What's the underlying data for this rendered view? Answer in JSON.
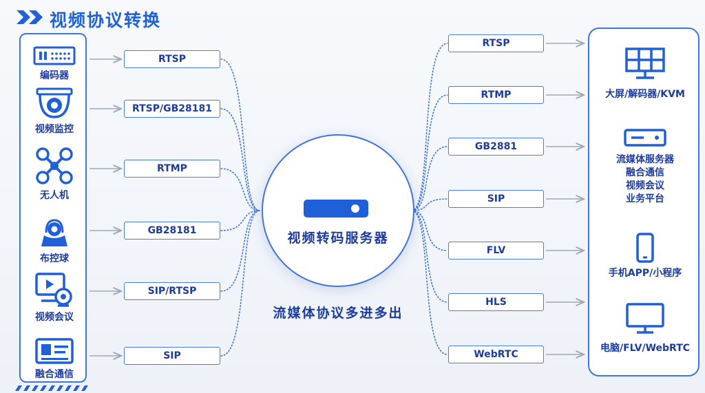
{
  "header": {
    "title": "视频协议转换"
  },
  "sources": [
    {
      "label": "编码器",
      "icon": "encoder-icon"
    },
    {
      "label": "视频监控",
      "icon": "dome-camera-icon"
    },
    {
      "label": "无人机",
      "icon": "drone-icon"
    },
    {
      "label": "布控球",
      "icon": "ptz-ball-camera-icon"
    },
    {
      "label": "视频会议",
      "icon": "video-conference-icon"
    },
    {
      "label": "融合通信",
      "icon": "id-card-icon"
    }
  ],
  "input_protocols": [
    "RTSP",
    "RTSP/GB28181",
    "RTMP",
    "GB28181",
    "SIP/RTSP",
    "SIP"
  ],
  "hub": {
    "label": "视频转码服务器",
    "icon": "server-icon"
  },
  "caption": "流媒体协议多进多出",
  "output_protocols": [
    "RTSP",
    "RTMP",
    "GB2881",
    "SIP",
    "FLV",
    "HLS",
    "WebRTC"
  ],
  "sinks": [
    {
      "lines": [
        "大屏/解码器/KVM"
      ],
      "icon": "video-wall-icon"
    },
    {
      "lines": [
        "流媒体服务器",
        "融合通信",
        "视频会议",
        "业务平台"
      ],
      "icon": "server-box-icon"
    },
    {
      "lines": [
        "手机APP/小程序"
      ],
      "icon": "mobile-phone-icon"
    },
    {
      "lines": [
        "电脑/FLV/WebRTC"
      ],
      "icon": "monitor-icon"
    }
  ],
  "colors": {
    "accent": "#2060d8",
    "line": "#3f74e0",
    "text": "#1d3aa0",
    "arrow": "#a0a8b8"
  }
}
